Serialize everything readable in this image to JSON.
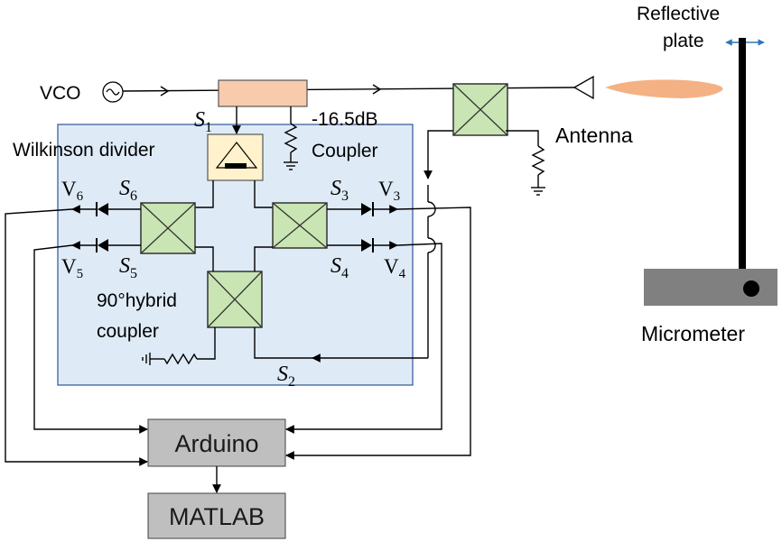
{
  "labels": {
    "reflective_plate_line1": "Reflective",
    "reflective_plate_line2": "plate",
    "vco": "VCO",
    "coupler_value": "-16.5dB",
    "coupler": "Coupler",
    "antenna": "Antenna",
    "wilkinson": "Wilkinson divider",
    "hybrid_line1": "90°hybrid",
    "hybrid_line2": "coupler",
    "micrometer": "Micrometer",
    "arduino": "Arduino",
    "matlab": "MATLAB"
  },
  "ports": {
    "s1": {
      "letter": "S",
      "sub": "1"
    },
    "s2": {
      "letter": "S",
      "sub": "2"
    },
    "s3": {
      "letter": "S",
      "sub": "3"
    },
    "s4": {
      "letter": "S",
      "sub": "4"
    },
    "s5": {
      "letter": "S",
      "sub": "5"
    },
    "s6": {
      "letter": "S",
      "sub": "6"
    }
  },
  "voltages": {
    "v3": {
      "letter": "V",
      "sub": "3"
    },
    "v4": {
      "letter": "V",
      "sub": "4"
    },
    "v5": {
      "letter": "V",
      "sub": "5"
    },
    "v6": {
      "letter": "V",
      "sub": "6"
    }
  },
  "colors": {
    "panel_fill": "#deebf7",
    "panel_stroke": "#2f5597",
    "coupler_fill": "#f8cbad",
    "hybrid_fill": "#c9e5b3",
    "wilkinson_fill": "#fff2cc",
    "box_fill": "#bfbfbf",
    "beam_fill": "#f4b183",
    "arrow_blue": "#2e75b6"
  }
}
